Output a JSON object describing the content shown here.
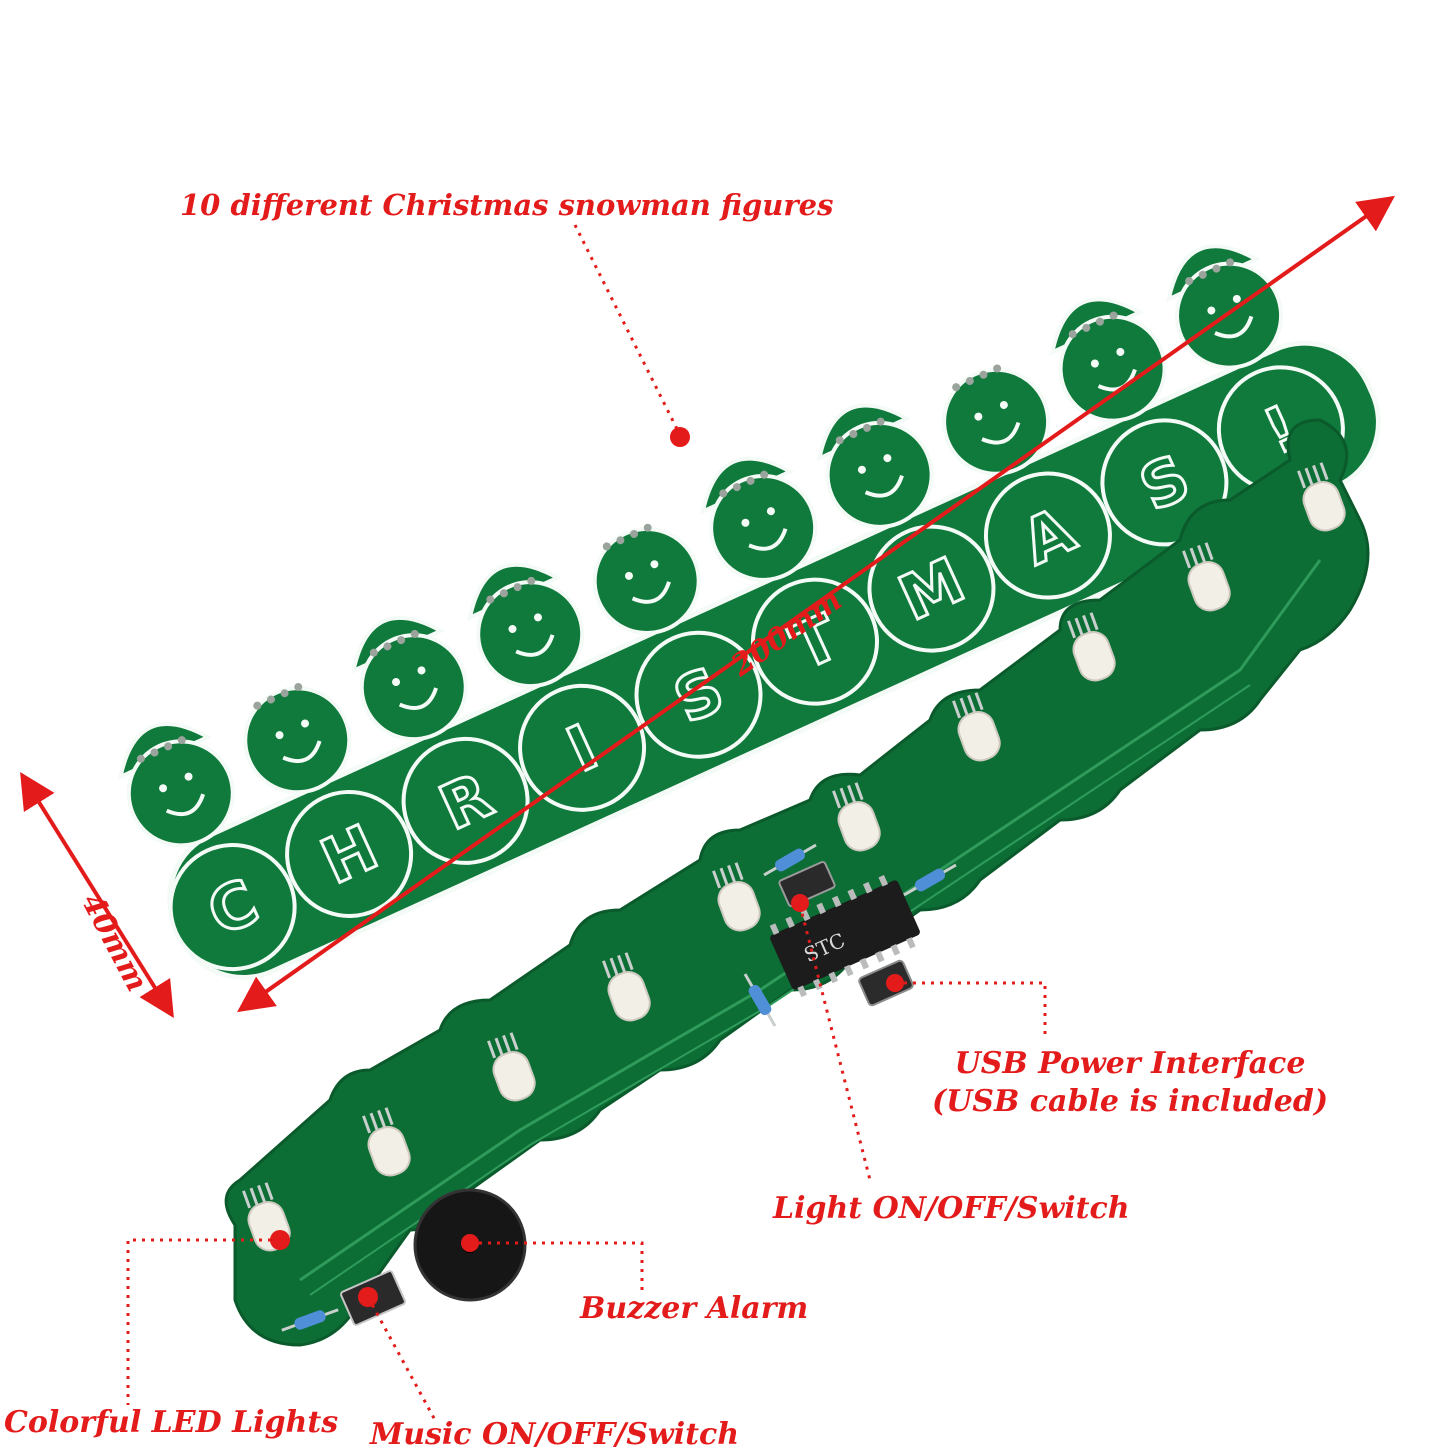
{
  "colors": {
    "pcb_green": "#0f7a3c",
    "pcb_green_light": "#1d9a4f",
    "silkscreen_white": "#f4fbf6",
    "annotation_red": "#e31b1b",
    "led_white": "#f2efe6",
    "chip_black": "#1c1c1c"
  },
  "board_letters": [
    "C",
    "H",
    "R",
    "I",
    "S",
    "T",
    "M",
    "A",
    "S",
    "!"
  ],
  "chip_label": "STC",
  "dimensions": {
    "length": "200mm",
    "width": "40mm"
  },
  "callouts": {
    "snowman_figures": "10 different Christmas snowman figures",
    "usb_power_line1": "USB Power Interface",
    "usb_power_line2": "(USB cable is included)",
    "light_switch": "Light ON/OFF/Switch",
    "buzzer": "Buzzer Alarm",
    "led_lights": "Colorful LED Lights",
    "music_switch": "Music ON/OFF/Switch"
  },
  "icons": [
    "led-icon",
    "chip-icon",
    "buzzer-icon",
    "switch-icon",
    "usb-port-icon",
    "resistor-icon"
  ]
}
